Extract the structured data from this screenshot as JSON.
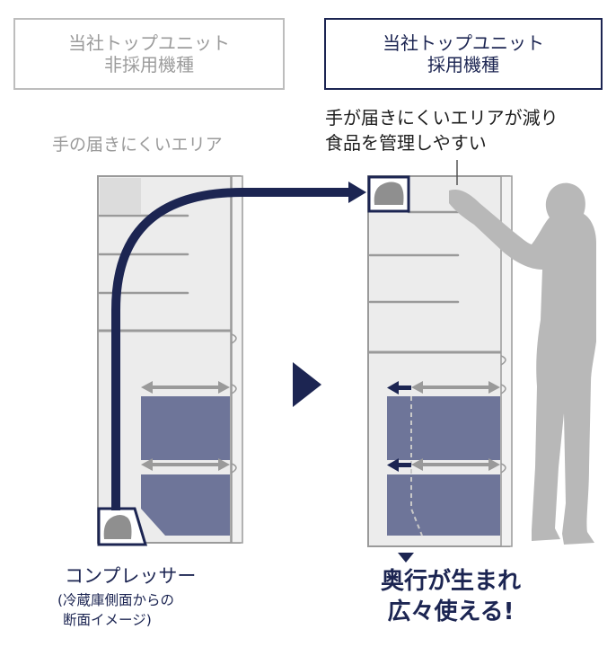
{
  "labels": {
    "left_box": [
      "当社トップユニット",
      "非採用機種"
    ],
    "right_box": [
      "当社トップユニット",
      "採用機種"
    ],
    "left_note": "手の届きにくいエリア",
    "right_note": [
      "手が届きにくいエリアが減り",
      "食品を管理しやすい"
    ],
    "compressor_title": "コンプレッサー",
    "compressor_sub": [
      "(冷蔵庫側面からの",
      "断面イメージ)"
    ],
    "result": [
      "奥行が生まれ",
      "広々使える!"
    ]
  },
  "colors": {
    "navy": "#1c2552",
    "drawer": "#6e7599",
    "fridge_fill": "#ececec",
    "gray_text": "#9a9a9a",
    "silhouette": "#b8b8b8"
  },
  "icons": [
    "play-arrow-icon",
    "down-arrow-icon",
    "left-arrow-icon",
    "double-arrow-icon",
    "compressor-icon",
    "person-silhouette"
  ]
}
